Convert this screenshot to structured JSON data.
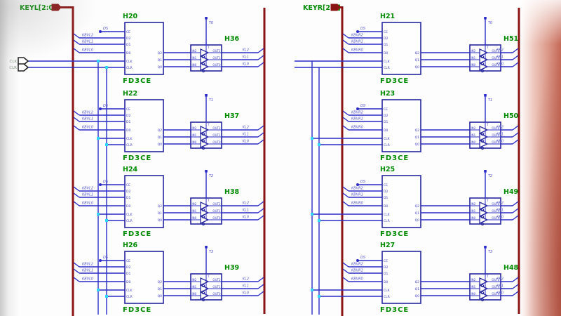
{
  "colors": {
    "bus": "#8a1414",
    "wire": "#2a2ac8",
    "outline": "#2626a0",
    "label_green": "#008a00",
    "pin_text": "#4040c8",
    "net_text": "#5252d0",
    "junction": "#2fd8ff",
    "port_text": "#7d917d"
  },
  "ports": [
    {
      "label": "CLK"
    },
    {
      "label": "CLR"
    }
  ],
  "ff_pins": {
    "left": [
      "CE",
      "D2",
      "D1",
      "D0",
      "CLK",
      "CLR"
    ],
    "right": [
      "Q2",
      "Q1",
      "Q0"
    ]
  },
  "buf_pins": {
    "left": [
      "IN2",
      "IN1",
      "IN0"
    ],
    "right": [
      "OUT2",
      "OUT1",
      "OUT0"
    ],
    "top": "T"
  },
  "ce_net": "DS",
  "columns": [
    {
      "bus_label": "KEYL[2:0]",
      "ff_labels": [
        "H20",
        "H22",
        "H24",
        "H26"
      ],
      "ff_type": "FD3CE",
      "buf_labels": [
        "H36",
        "H37",
        "H38",
        "H39"
      ],
      "input_nets": [
        "KBVL2",
        "KBVL1",
        "KBVL0"
      ],
      "output_nets": [
        "KL2",
        "KL1",
        "KL0"
      ],
      "enable_nets": [
        "T0",
        "T1",
        "T2",
        "T3"
      ]
    },
    {
      "bus_label": "KEYR[2:0]",
      "ff_labels": [
        "H21",
        "H23",
        "H25",
        "H27"
      ],
      "ff_type": "FD3CE",
      "buf_labels": [
        "H51",
        "H50",
        "H49",
        "H48"
      ],
      "input_nets": [
        "KBVR2",
        "KBVR1",
        "KBVR0"
      ],
      "output_nets": [
        "KR2",
        "KR1",
        "KR0"
      ],
      "enable_nets": [
        "T0",
        "T1",
        "T2",
        "T3"
      ]
    }
  ]
}
